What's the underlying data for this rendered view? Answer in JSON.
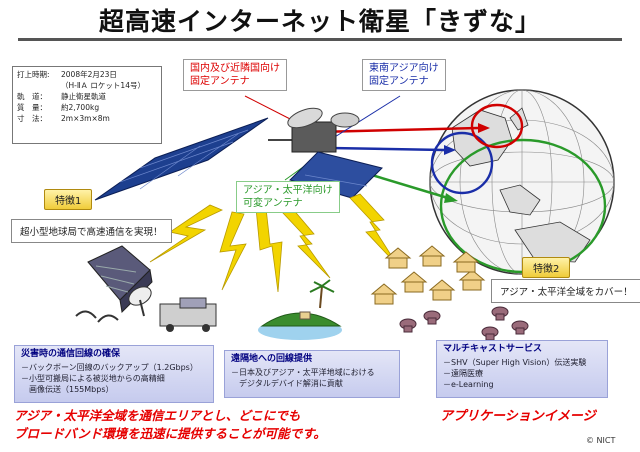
{
  "title": "超高速インターネット衛星「きずな」",
  "specs": [
    {
      "k": "打上時期:",
      "v": "2008年2月23日"
    },
    {
      "k": "",
      "v": "（H-ⅡＡ ロケット14号）"
    },
    {
      "k": "軌　道：",
      "v": "静止衛星軌道"
    },
    {
      "k": "質　量：",
      "v": "約2,700kg"
    },
    {
      "k": "寸　法：",
      "v": "2m×3m×8m"
    }
  ],
  "antennas": {
    "domestic": [
      "国内及び近隣国向け",
      "固定アンテナ"
    ],
    "southeast_asia": [
      "東南アジア向け",
      "固定アンテナ"
    ],
    "asia_pacific": [
      "アジア・太平洋向け",
      "可変アンテナ"
    ]
  },
  "features": {
    "f1_tag": "特徴1",
    "f1_text": "超小型地球局で高速通信を実現！",
    "f2_tag": "特徴2",
    "f2_text": "アジア・太平洋全域をカバー！"
  },
  "panels": {
    "disaster": {
      "title": "災害時の通信回線の確保",
      "items": [
        "－バックボーン回線のバックアップ（1.2Gbps）",
        "－小型可搬局による被災地からの高精細",
        "　画像伝送（155Mbps）"
      ]
    },
    "remote": {
      "title": "遠隔地への回線提供",
      "items": [
        "－日本及びアジア・太平洋地域における",
        "　デジタルデバイド解消に貢献"
      ]
    },
    "multicast": {
      "title": "マルチキャストサービス",
      "items": [
        "－SHV（Super High Vision）伝送実験",
        "－遠隔医療",
        "－e-Learning"
      ]
    }
  },
  "footer": {
    "line1": "アジア・太平洋全域を通信エリアとし、どこにでも",
    "line2": "ブロードバンド環境を迅速に提供することが可能です。",
    "application": "アプリケーションイメージ"
  },
  "credit": "© NICT",
  "colors": {
    "red": "#d00000",
    "blue": "#1a2ea8",
    "green": "#2a9a2a",
    "lightning": "#f2d400"
  }
}
